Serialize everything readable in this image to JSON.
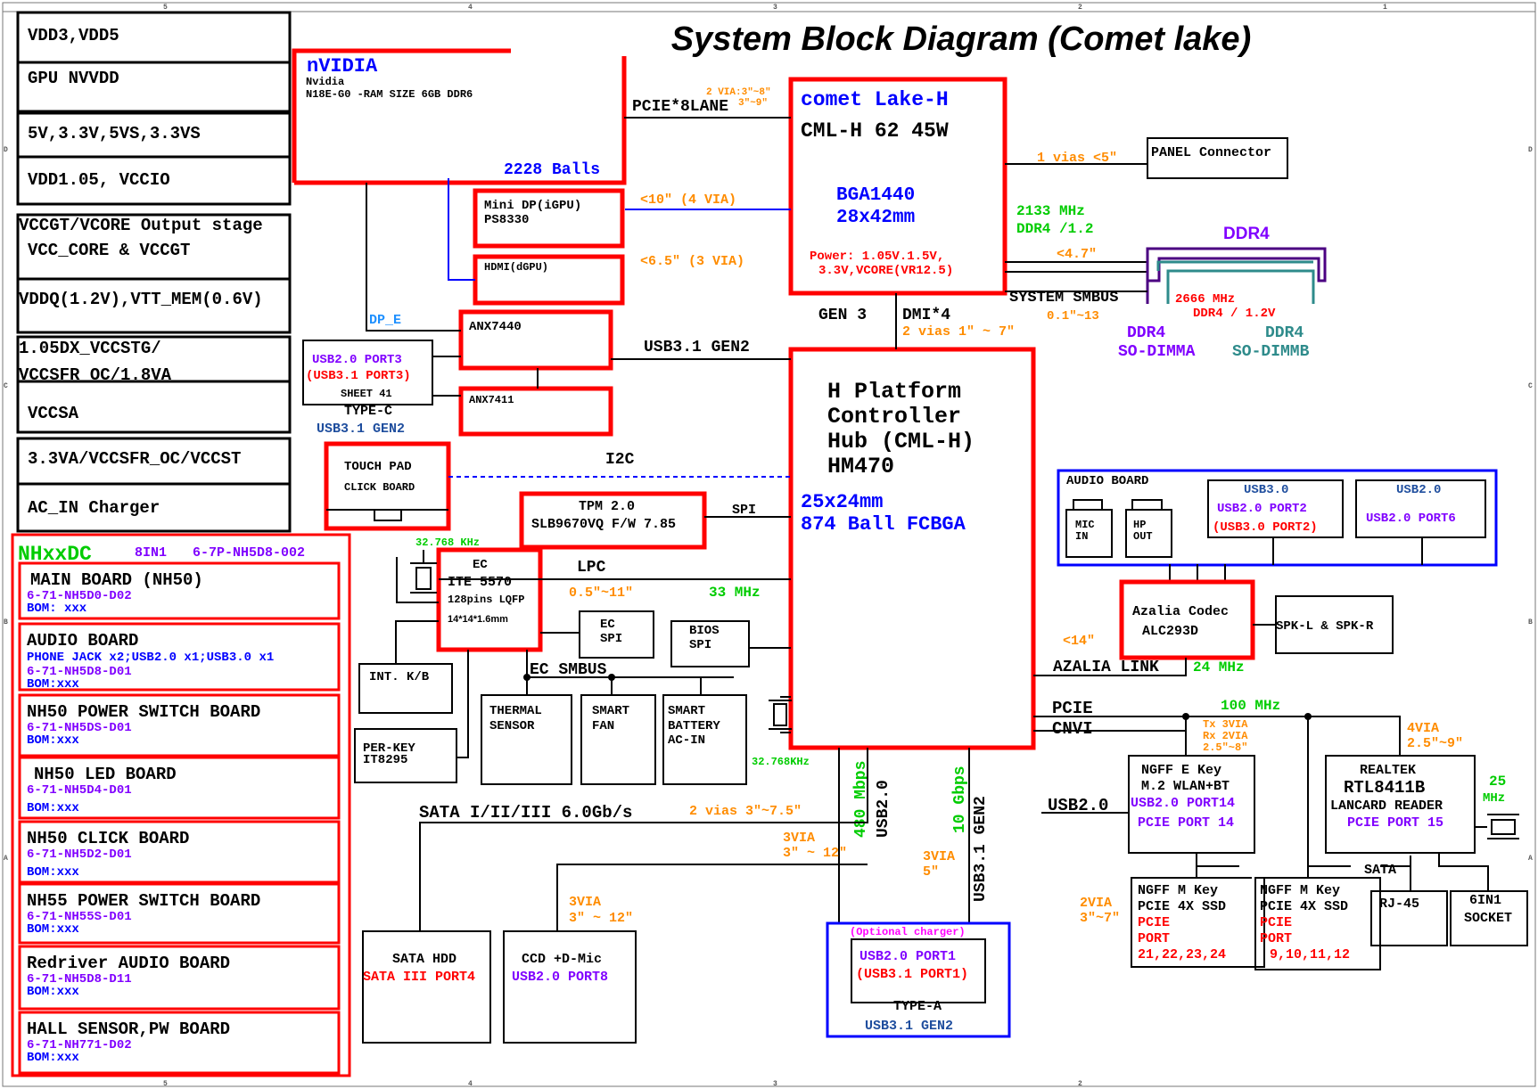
{
  "title": "System Block Diagram (Comet lake)",
  "frame": {
    "col_top": [
      "5",
      "4",
      "3",
      "2",
      "1"
    ],
    "col_bottom": [
      "5",
      "4",
      "3",
      "2"
    ],
    "row_left": [
      "D",
      "C",
      "B",
      "A"
    ],
    "row_right": [
      "D",
      "C",
      "B",
      "A"
    ]
  },
  "power_rails": [
    "VDD3,VDD5",
    "GPU NVVDD",
    "5V,3.3V,5VS,3.3VS",
    "VDD1.05, VCCIO",
    "VCCGT/VCORE Output stage",
    "VCC_CORE & VCCGT",
    "VDDQ(1.2V),VTT_MEM(0.6V)",
    "1.05DX_VCCSTG/",
    "VCCSFR_OC/1.8VA",
    "VCCSA",
    "3.3VA/VCCSFR_OC/VCCST",
    "AC_IN Charger"
  ],
  "board_list": {
    "header": "NHxxDC",
    "code_1": "8IN1",
    "code_2": "6-7P-NH5D8-002",
    "boards": [
      {
        "name": "MAIN BOARD   (NH50)",
        "pn": "6-71-NH5D0-D02",
        "bom": "BOM: xxx"
      },
      {
        "name": "AUDIO BOARD",
        "desc": "PHONE JACK x2;USB2.0 x1;USB3.0 x1",
        "pn": "6-71-NH5D8-D01",
        "bom": "BOM:xxx"
      },
      {
        "name": "NH50 POWER SWITCH BOARD",
        "pn": "6-71-NH5DS-D01",
        "bom": "BOM:xxx"
      },
      {
        "name": "NH50 LED BOARD",
        "pn": "6-71-NH5D4-D01",
        "bom": "BOM:xxx"
      },
      {
        "name": "NH50 CLICK BOARD",
        "pn": "6-71-NH5D2-D01",
        "bom": "BOM:xxx"
      },
      {
        "name": "NH55 POWER SWITCH BOARD",
        "pn": "6-71-NH55S-D01",
        "bom": "BOM:xxx"
      },
      {
        "name": "Redriver AUDIO BOARD",
        "pn": "6-71-NH5D8-D11",
        "bom": "BOM:xxx"
      },
      {
        "name": "HALL SENSOR,PW BOARD",
        "pn": "6-71-NH771-D02",
        "bom": "BOM:xxx"
      }
    ]
  },
  "gpu": {
    "brand": "nVIDIA",
    "vendor": "Nvidia",
    "model": "N18E-G0 -RAM SIZE 6GB DDR6",
    "balls": "2228  Balls"
  },
  "cpu": {
    "title": "comet Lake-H",
    "model": "CML-H 62 45W",
    "pkg": "BGA1440",
    "size": "28x42mm",
    "power_1": "Power: 1.05V.1.5V,",
    "power_2": "3.3V,VCORE(VR12.5)"
  },
  "pch": {
    "l1": "H Platform",
    "l2": "Controller",
    "l3": "Hub (CML-H)",
    "l4": "HM470",
    "size": "25x24mm",
    "balls": "874 Ball FCBGA"
  },
  "blocks": {
    "minidp": {
      "l1": "Mini DP(iGPU)",
      "l2": "PS8330"
    },
    "hdmi": "HDMI(dGPU)",
    "anx7440": "ANX7440",
    "anx7411": "ANX7411",
    "typec": {
      "l1": "USB2.0 PORT3",
      "l2": "(USB3.1 PORT3)",
      "l3": "SHEET 41",
      "l4": "TYPE-C",
      "l5": "USB3.1 GEN2"
    },
    "touchpad": {
      "l1": "TOUCH PAD",
      "l2": "CLICK BOARD"
    },
    "tpm": {
      "l1": "TPM 2.0",
      "l2": "SLB9670VQ F/W 7.85"
    },
    "ec": {
      "l1": "EC",
      "l2": "ITE 5570",
      "l3": "128pins LQFP",
      "l4": "14*14*1.6mm"
    },
    "ecspi": {
      "l1": "EC",
      "l2": "SPI"
    },
    "biosspi": {
      "l1": "BIOS",
      "l2": "SPI"
    },
    "kb": "INT. K/B",
    "perkey": {
      "l1": "PER-KEY",
      "l2": "IT8295"
    },
    "thermal": {
      "l1": "THERMAL",
      "l2": "SENSOR"
    },
    "fan": {
      "l1": "SMART",
      "l2": "FAN"
    },
    "battery": {
      "l1": "SMART",
      "l2": "BATTERY",
      "l3": "AC-IN"
    },
    "panel": "PANEL Connector",
    "ddr": {
      "title": "DDR4",
      "a_1": "DDR4",
      "a_2": "SO-DIMMA",
      "b_1": "DDR4",
      "b_2": "SO-DIMMB",
      "speed": "2666 MHz",
      "volt": "DDR4 / 1.2V"
    },
    "audio": {
      "title": "AUDIO BOARD",
      "mic_1": "MIC",
      "mic_2": "IN",
      "hp_1": "HP",
      "hp_2": "OUT",
      "usb3_h": "USB3.0",
      "usb3_1": "USB2.0 PORT2",
      "usb3_2": "(USB3.0 PORT2)",
      "usb2_h": "USB2.0",
      "usb2_1": "USB2.0 PORT6"
    },
    "codec": {
      "l1": "Azalia Codec",
      "l2": "ALC293D"
    },
    "spk": "SPK-L & SPK-R",
    "wlan": {
      "l1": "NGFF E Key",
      "l2": "M.2 WLAN+BT",
      "l3": "USB2.0 PORT14",
      "l4": "PCIE PORT 14"
    },
    "realtek": {
      "l1": "REALTEK",
      "l2": "RTL8411B",
      "l3": "LANCARD READER",
      "l4": "PCIE PORT 15"
    },
    "ssd1": {
      "l1": "NGFF M Key",
      "l2": "PCIE 4X SSD",
      "l3": "PCIE",
      "l4": "PORT",
      "l5": "21,22,23,24"
    },
    "ssd2": {
      "l1": "NGFF M Key",
      "l2": "PCIE 4X SSD",
      "l3": "PCIE",
      "l4": "PORT",
      "l5": "9,10,11,12"
    },
    "rj45": "RJ-45",
    "socket": {
      "l1": "6IN1",
      "l2": "SOCKET"
    },
    "hdd": {
      "l1": "SATA HDD",
      "l2": "SATA III PORT4"
    },
    "ccd": {
      "l1": "CCD +D-Mic",
      "l2": "USB2.0 PORT8"
    },
    "typea": {
      "opt": "(Optional charger)",
      "l1": "USB2.0 PORT1",
      "l2": "(USB3.1 PORT1)",
      "l3": "TYPE-A",
      "l4": "USB3.1 GEN2"
    }
  },
  "labels": {
    "pcie8": "PCIE*8LANE",
    "via2": "2 VIA:3\"~8\"",
    "via2b": "3\"~9\"",
    "lt10": "<10\" (4 VIA)",
    "l65": "<6.5\" (3 VIA)",
    "dpe": "DP_E",
    "usb31": "USB3.1 GEN2",
    "gen3": "GEN 3",
    "dmi": "DMI*4",
    "dmi_via": "2 vias 1\" ~ 7\"",
    "i2c": "I2C",
    "spi": "SPI",
    "lpc": "LPC",
    "lpc_len": "0.5\"~11\"",
    "mhz33": "33 MHz",
    "k32": "32.768 KHz",
    "k32b": "32.768KHz",
    "ecsmbus": "EC SMBUS",
    "panel_via": "1 vias <5\"",
    "ddr_freq": "2133 MHz",
    "ddr_volt": "DDR4 /1.2",
    "ddr_len": "<4.7\"",
    "smbus": "SYSTEM SMBUS",
    "smbus_len": "0.1\"~13",
    "azalia": "AZALIA LINK",
    "az_len": "<14\"",
    "mhz24": "24 MHz",
    "pcie": "PCIE",
    "cnvi": "CNVI",
    "mhz100": "100 MHz",
    "txrx_1": "Tx 3VIA",
    "txrx_2": "Rx 2VIA",
    "txrx_3": "2.5\"~8\"",
    "via4_1": "4VIA",
    "via4_2": "2.5\"~9\"",
    "mhz25_1": "25",
    "mhz25_2": "MHz",
    "usb20": "USB2.0",
    "mbps": "480 Mbps",
    "usb20v": "USB2.0",
    "gbps": "10 Gbps",
    "usb31v": "USB3.1 GEN2",
    "sata": "SATA I/II/III 6.0Gb/s",
    "sata_len": "2 vias 3\"~7.5\"",
    "via3a_1": "3VIA",
    "via3a_2": "3\" ~ 12\"",
    "via3b_1": "3VIA",
    "via3b_2": "5\"",
    "via3c_1": "3VIA",
    "via3c_2": "3\" ~ 12\"",
    "via2d_1": "2VIA",
    "via2d_2": "3\"~7\"",
    "sata_r": "SATA"
  },
  "colors": {
    "red": "#ff0000",
    "blue": "#0000ff",
    "green": "#00cc00",
    "orange": "#ff8c00",
    "purple": "#8000ff",
    "teal": "#2e8b8b",
    "navy": "#1f4e9e",
    "magenta": "#ff00ff"
  }
}
